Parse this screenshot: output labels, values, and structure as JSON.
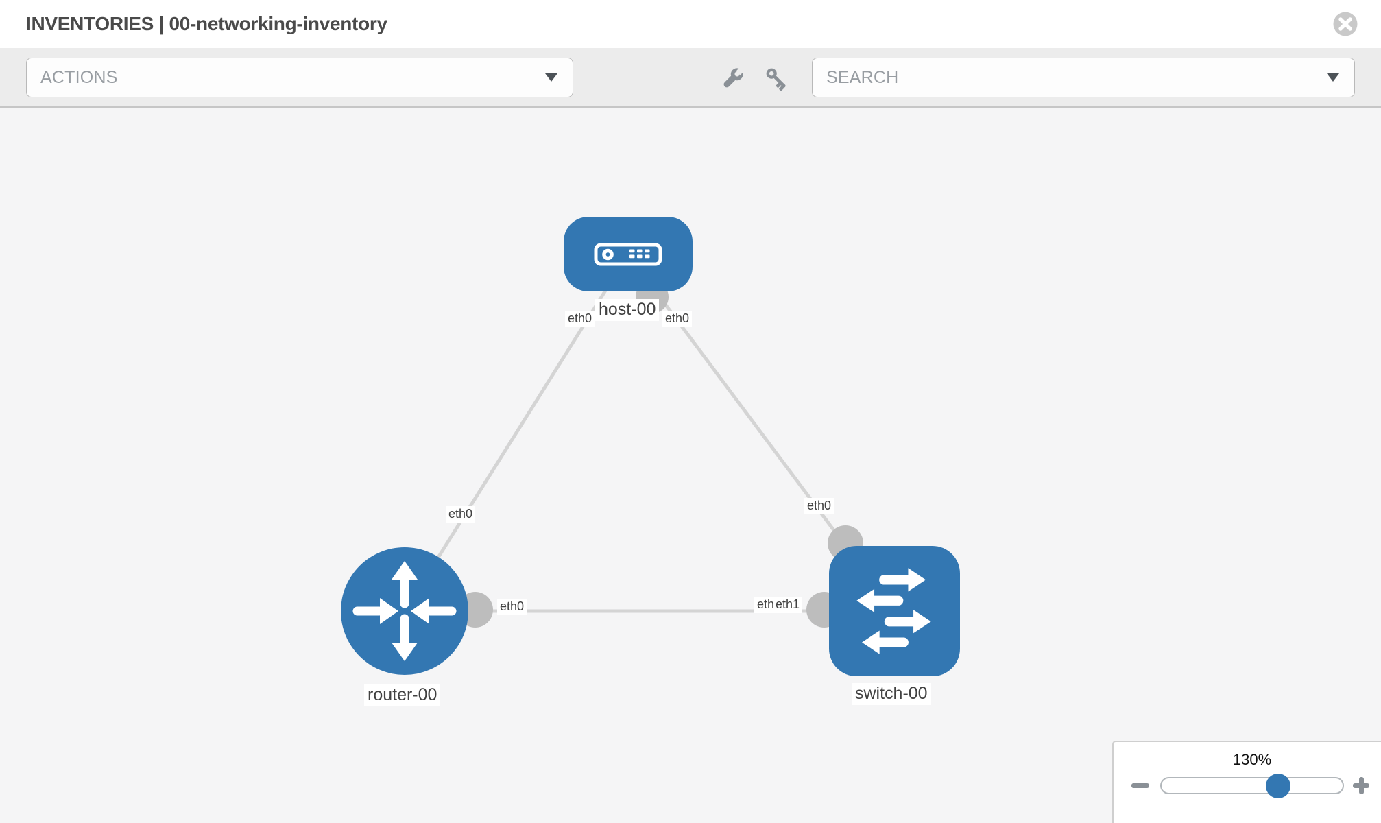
{
  "header": {
    "title": "INVENTORIES | 00-networking-inventory"
  },
  "toolbar": {
    "actions_label": "ACTIONS",
    "search_label": "SEARCH",
    "icon_buttons": [
      "wrench-icon",
      "key-icon"
    ]
  },
  "topology": {
    "nodes": {
      "host": {
        "name": "host-00",
        "type": "host"
      },
      "router": {
        "name": "router-00",
        "type": "router"
      },
      "switch": {
        "name": "switch-00",
        "type": "switch"
      }
    },
    "links": [
      {
        "from": "host-00",
        "to": "router-00",
        "from_interface": "eth0",
        "to_interface": "eth0"
      },
      {
        "from": "host-00",
        "to": "switch-00",
        "from_interface": "eth0",
        "to_interface": "eth0"
      },
      {
        "from": "router-00",
        "to": "switch-00",
        "from_interface": "eth0",
        "to_interface": "eth1"
      }
    ]
  },
  "zoom": {
    "level": "130%"
  },
  "colors": {
    "node_blue": "#3377b2",
    "link_gray": "#d4d4d4",
    "connector_gray": "#bdbdbd",
    "canvas_bg": "#f5f5f6",
    "toolbar_bg": "#ececec"
  }
}
